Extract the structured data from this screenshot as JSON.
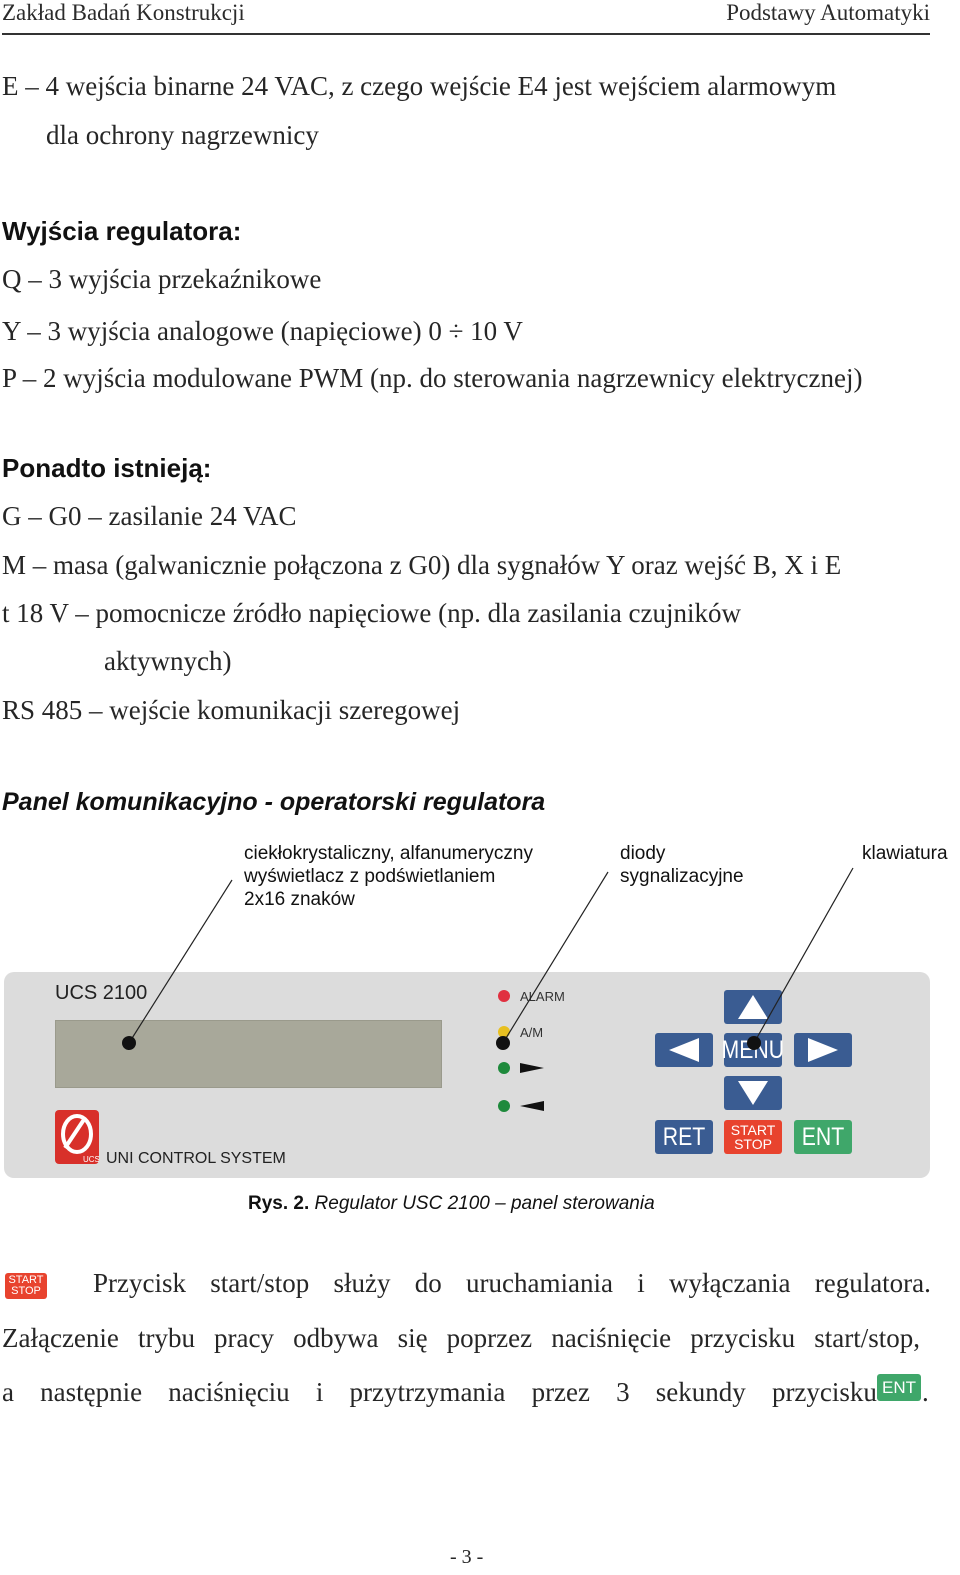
{
  "header": {
    "left": "Zakład Badań Konstrukcji",
    "right": "Podstawy Automatyki"
  },
  "inputs": {
    "line1": "E – 4 wejścia binarne 24 VAC, z czego wejście E4 jest wejściem alarmowym",
    "line2": "dla ochrony nagrzewnicy"
  },
  "outputs": {
    "heading": "Wyjścia regulatora:",
    "items": [
      "Q – 3 wyjścia przekaźnikowe",
      "Y – 3 wyjścia analogowe (napięciowe) 0 ÷ 10 V",
      "P – 2 wyjścia modulowane PWM (np. do sterowania nagrzewnicy elektrycznej)"
    ]
  },
  "additional": {
    "heading": "Ponadto istnieją:",
    "items": [
      "G – G0 – zasilanie 24 VAC",
      "M – masa (galwanicznie połączona z G0) dla sygnałów Y oraz wejść B, X i E",
      "t 18 V – pomocnicze źródło napięciowe (np. dla zasilania czujników",
      "aktywnych)",
      "RS 485 – wejście komunikacji szeregowej"
    ]
  },
  "panel_section": {
    "heading": "Panel komunikacyjno - operatorski regulatora",
    "callouts": {
      "display": "ciekłokrystaliczny, alfanumeryczny\nwyświetlacz z podświetlaniem\n2x16 znaków",
      "leds": "diody\nsygnalizacyjne",
      "keyboard": "klawiatura"
    },
    "device": {
      "model": "UCS 2100",
      "brand": "UNI CONTROL SYSTEM",
      "logo_text": "UCS",
      "led_labels": [
        "ALARM",
        "A/M"
      ],
      "led_colors": [
        "#e03040",
        "#e8c020",
        "#1e8a3c",
        "#1e8a3c"
      ],
      "keys": {
        "up": "up-arrow",
        "left": "left-arrow",
        "menu": "MENU",
        "right": "right-arrow",
        "down": "down-arrow",
        "ret": "RET",
        "start": "START",
        "stop": "STOP",
        "ent": "ENT"
      },
      "colors": {
        "blue": "#3a5c92",
        "red": "#e8432e",
        "green": "#3fa76a"
      }
    },
    "caption_bold": "Rys. 2.",
    "caption_italic": " Regulator USC 2100 – panel sterowania"
  },
  "description": {
    "icon_start": "START",
    "icon_stop": "STOP",
    "line1_words": [
      "Przycisk",
      "start/stop",
      "służy",
      "do",
      "uruchamiania",
      "i",
      "wyłączania",
      "regulatora."
    ],
    "line2_words": [
      "Załączenie",
      "trybu",
      "pracy",
      "odbywa",
      "się",
      "poprzez",
      "naciśnięcie",
      "przycisku",
      "start/stop,"
    ],
    "line3_words": [
      "a",
      "następnie",
      "naciśnięciu",
      "i",
      "przytrzymania",
      "przez",
      "3",
      "sekundy",
      "przycisku"
    ],
    "ent_icon": "ENT",
    "line3_end": "."
  },
  "footer": {
    "page": "- 3 -"
  }
}
